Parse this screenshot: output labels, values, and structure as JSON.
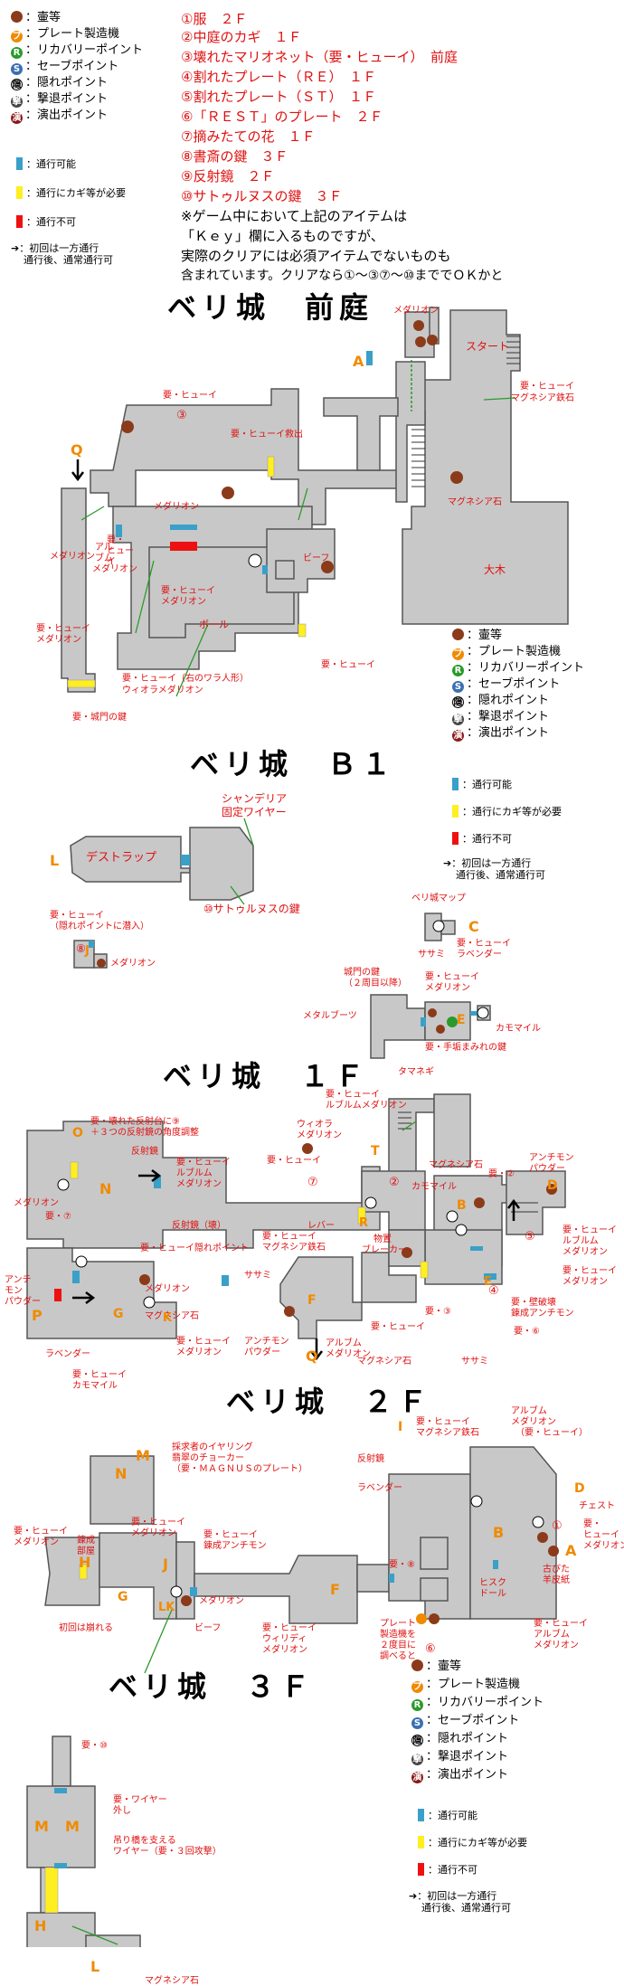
{
  "legend_top": [
    {
      "icon": "pot",
      "label": "：壷等"
    },
    {
      "icon": "plate",
      "label": "：プレート製造機"
    },
    {
      "icon": "recovery",
      "label": "：リカバリーポイント"
    },
    {
      "icon": "save",
      "label": "：セーブポイント"
    },
    {
      "icon": "hidden",
      "label": "：隠れポイント"
    },
    {
      "icon": "retreat",
      "label": "：撃退ポイント"
    },
    {
      "icon": "event",
      "label": "：演出ポイント"
    }
  ],
  "passage_legend": {
    "passable": "：通行可能",
    "key_required": "：通行にカギ等が必要",
    "impassable": "：通行不可",
    "oneway_line1": "：初回は一方通行",
    "oneway_line2": "通行後、通常通行可"
  },
  "quest_items": [
    {
      "num": "①",
      "text": "服　２Ｆ"
    },
    {
      "num": "②",
      "text": "中庭のカギ　１Ｆ"
    },
    {
      "num": "③",
      "text": "壊れたマリオネット（要・ヒューイ）　前庭"
    },
    {
      "num": "④",
      "text": "割れたプレート（ＲＥ）　１Ｆ"
    },
    {
      "num": "⑤",
      "text": "割れたプレート（ＳＴ）　１Ｆ"
    },
    {
      "num": "⑥",
      "text": "「ＲＥＳＴ」のプレート　２Ｆ"
    },
    {
      "num": "⑦",
      "text": "摘みたての花　１Ｆ"
    },
    {
      "num": "⑧",
      "text": "書斎の鍵　３Ｆ"
    },
    {
      "num": "⑨",
      "text": "反射鏡　２Ｆ"
    },
    {
      "num": "⑩",
      "text": "サトゥルヌスの鍵　３Ｆ"
    }
  ],
  "note_lines": [
    "※ゲーム中において上記のアイテムは",
    "「Ｋｅｙ」欄に入るものですが、",
    "実際のクリアには必須アイテムでないものも",
    "含まれています。クリアなら①～③⑦～⑩まででＯＫかと"
  ],
  "sections": {
    "front": "ベリ城　前庭",
    "b1": "ベリ城　Ｂ１",
    "f1": "ベリ城　１Ｆ",
    "f2": "ベリ城　２Ｆ",
    "f3": "ベリ城　３Ｆ"
  },
  "front_labels": {
    "medarion_top": "メダリオン",
    "start": "スタート",
    "huey_magnesia": "要・ヒューイ",
    "huey_magnesia2": "マグネシア鉄石",
    "magnesia": "マグネシア石",
    "taiboku": "大木",
    "huey1": "要・ヒューイ",
    "huey_rescue": "要・ヒューイ救出",
    "medarion_mid": "メダリオン",
    "beef": "ビーフ",
    "huey2": "要・ヒューイ",
    "alb1": "アル",
    "alb2": "ブム",
    "alb3": "メダリオン",
    "huey_v1": "要・",
    "huey_v2": "ヒュー",
    "huey_v3": "イ",
    "huey_medarion1": "要・ヒューイ",
    "huey_medarion2": "メダリオン",
    "ball": "ボール",
    "huey3": "要・ヒューイ",
    "medarion_left": "メダリオン",
    "huey_left1": "要・ヒューイ",
    "huey_left2": "メダリオン",
    "wiora1": "要・ヒューイ（右のワラ人形）",
    "wiora2": "ウィオラメダリオン",
    "gate_key": "要・城門の鍵"
  },
  "b1_labels": {
    "death_trap": "デストラップ",
    "chandelier1": "シャンデリア",
    "chandelier2": "固定ワイヤー",
    "saturnus": "⑩サトゥルヌスの鍵",
    "huey_hide1": "要・ヒューイ",
    "huey_hide2": "（隠れポイントに潜入）",
    "medarion": "メダリオン",
    "beri_map": "ベリ城マップ",
    "sasami": "ササミ",
    "huey_lav1": "要・ヒューイ",
    "huey_lav2": "ラベンダー",
    "gate_key1": "城門の鍵",
    "gate_key2": "（２周目以降）",
    "metal_boots": "メタルブーツ",
    "huey_med1": "要・ヒューイ",
    "huey_med2": "メダリオン",
    "camomile": "カモマイル",
    "tebukuro": "要・手垢まみれの鍵"
  },
  "f1_labels": {
    "tamanegi": "タマネギ",
    "huey_albm1": "要・ヒューイ",
    "huey_albm2": "ルブルムメダリオン",
    "wiora1": "ウィオラ",
    "wiora2": "メダリオン",
    "broken_mirror1": "要・壊れた反射台に⑨",
    "broken_mirror2": "＋３つの反射鏡の角度調整",
    "mirror": "反射鏡",
    "huey_rubrum1": "要・ヒューイ",
    "huey_rubrum2": "ルブルム",
    "huey_rubrum3": "メダリオン",
    "huey_a": "要・ヒューイ",
    "magnesia": "マグネシア石",
    "antimony1": "アンチモン",
    "antimony2": "パウダー",
    "huey_r2": "要・②",
    "medarion_l": "メダリオン",
    "camomile": "カモマイル",
    "mirror_broken": "反射鏡（壊）",
    "huey_hidden": "要・ヒューイ隠れポイント",
    "lever": "レバー",
    "breaker1": "物置",
    "breaker2": "ブレーカー",
    "huey_magn1": "要・ヒューイ",
    "huey_magn2": "マグネシア鉄石",
    "huey_rub_r1": "要・ヒューイ",
    "huey_rub_r2": "ルブルム",
    "huey_rub_r3": "メダリオン",
    "huey_med_r1": "要・ヒューイ",
    "huey_med_r2": "メダリオン",
    "anti_l1": "アンチ",
    "anti_l2": "モン",
    "anti_l3": "パウダー",
    "huey_7": "要・⑦",
    "magnesia2": "マグネシア石",
    "sasami": "ササミ",
    "lavender": "ラベンダー",
    "huey_medl1": "要・ヒューイ",
    "huey_medl2": "メダリオン",
    "huey_cam1": "要・ヒューイ",
    "huey_cam2": "カモマイル",
    "anti_p1": "アンチモン",
    "anti_p2": "パウダー",
    "albm_v1": "アルブム",
    "albm_v2": "メダリオン",
    "huey_q": "要・ヒューイ",
    "huey_3": "要・③",
    "magn_v": "マグネシア石",
    "sasami_v": "ササミ",
    "huey_wall1": "要・壁破壊",
    "huey_wall2": "錬成アンチモン",
    "huey_6": "要・⑥",
    "medarion_v": "メダリオン"
  },
  "f2_labels": {
    "earring1": "採求者のイヤリング",
    "earring2": "翡翠のチョーカー",
    "earring3": "（要・ＭＡＧＮＵＳのプレート）",
    "huey_mag1": "要・ヒューイ",
    "huey_mag2": "マグネシア鉄石",
    "mirror": "反射鏡",
    "lavender": "ラベンダー",
    "albm1": "アルブム",
    "albm2": "メダリオン",
    "albm3": "（要・ヒューイ）",
    "chest": "チェスト",
    "huey_med_r1": "要・",
    "huey_med_r2": "ヒューイ",
    "huey_med_r3": "メダリオン",
    "goat": "古びた",
    "goat2": "羊皮紙",
    "huey_alb1": "要・ヒューイ",
    "huey_alb2": "アルブム",
    "huey_alb3": "メダリオン",
    "renseibu1": "錬成",
    "renseibu2": "部屋",
    "huey_l1": "要・ヒューイ",
    "huey_l2": "メダリオン",
    "huey_ll1": "要・ヒューイ",
    "huey_ll2": "メダリオン",
    "huey_anti1": "要・ヒューイ",
    "huey_anti2": "錬成アンチモン",
    "medarion": "メダリオン",
    "beef": "ビーフ",
    "first_broken": "初回は崩れる",
    "huey_wiri1": "要・ヒューイ",
    "huey_wiri2": "ウィリディ",
    "huey_wiri3": "メダリオン",
    "huey_86": "要・⑧",
    "plate1": "プレート",
    "plate2": "製造機を",
    "plate3": "２度目に",
    "plate4": "調べると",
    "plate5": "⑥",
    "hidol": "ヒスク",
    "hidol2": "ドール"
  },
  "f3_labels": {
    "huey_10": "要・⑩",
    "wire1": "要・ワイヤー",
    "wire2": "外し",
    "tsuri1": "吊り橋を支える",
    "tsuri2": "ワイヤー（要・３回攻撃）",
    "magn_v": "マグネシア石"
  },
  "colors": {
    "room": "#c8c8c8",
    "room_border": "#555555",
    "pot": "#8b3a1a",
    "passable": "#3aa0c8",
    "key": "#ffee22",
    "block": "#ee1111",
    "label_red": "#e01010",
    "letter": "#f08a00",
    "pointer": "#2a9a2a"
  }
}
